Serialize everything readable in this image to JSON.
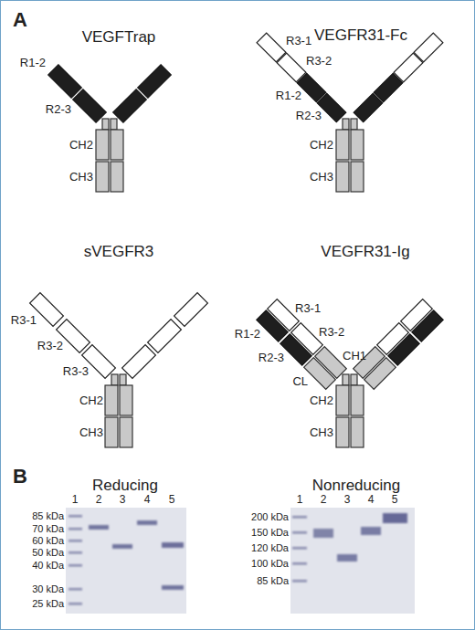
{
  "diagram": {
    "labels": [
      "A",
      "VEGFTrap",
      "R1-2",
      "R2-3",
      "CH2",
      "CH3",
      "VEGFR31-Fc",
      "R3-1",
      "R3-2",
      "R1-2",
      "R2-3",
      "CH2",
      "CH3",
      "sVEGFR3",
      "R3-1",
      "R3-2",
      "R3-3",
      "CH2",
      "CH3",
      "VEGFR31-Ig",
      "R3-1",
      "R3-2",
      "CH1",
      "R1-2",
      "R2-3",
      "CL",
      "CH2",
      "CH3",
      "B",
      "Reducing",
      "1",
      "2",
      "3",
      "4",
      "5",
      "85 kDa",
      "70 kDa",
      "60 kDa",
      "50 kDa",
      "40 kDa",
      "30 kDa",
      "25 kDa",
      "Nonreducing",
      "1",
      "2",
      "3",
      "4",
      "5",
      "200 kDa",
      "150 kDa",
      "120 kDa",
      "100 kDa",
      "85 kDa"
    ]
  }
}
